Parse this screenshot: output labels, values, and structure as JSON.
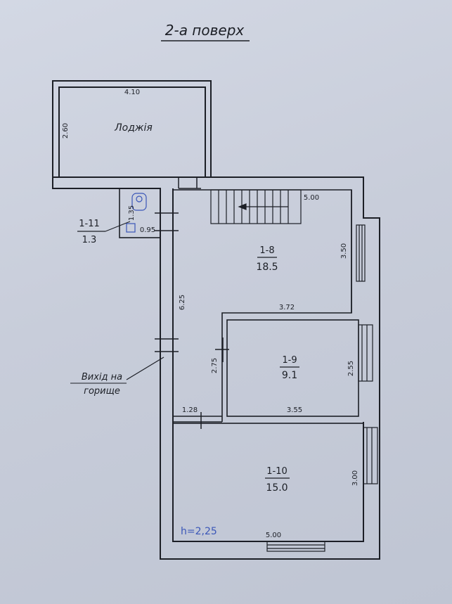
{
  "title": "2-а поверх",
  "loggia": {
    "label": "Лоджія",
    "width": "4.10",
    "depth": "2.60"
  },
  "bath": {
    "id": "1-11",
    "area": "1.3",
    "dim_a": "1.35",
    "dim_b": "0.95"
  },
  "corridor": {
    "length": "6.25",
    "width": "1.28"
  },
  "rooms": [
    {
      "id": "1-8",
      "area": "18.5",
      "width": "5.00",
      "depth": "3.50",
      "inner": "3.72"
    },
    {
      "id": "1-9",
      "area": "9.1",
      "width": "3.55",
      "depth_left": "2.75",
      "depth_right": "2.55"
    },
    {
      "id": "1-10",
      "area": "15.0",
      "width": "5.00",
      "depth": "3.00"
    }
  ],
  "attic_exit": {
    "line1": "Вихід на",
    "line2": "горище"
  },
  "ceiling_height": "h=2,25",
  "colors": {
    "ink": "#1c1f26",
    "paper": "#c9cedb",
    "blue_ink": "#3a56b8"
  }
}
